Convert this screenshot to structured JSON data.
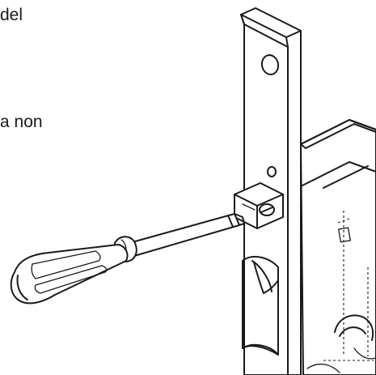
{
  "text_fragments": [
    "del",
    "a non"
  ],
  "illustration": {
    "parts": [
      "lock-faceplate",
      "lock-case",
      "latch-bolt",
      "screwdriver",
      "adjustment-screw"
    ]
  }
}
